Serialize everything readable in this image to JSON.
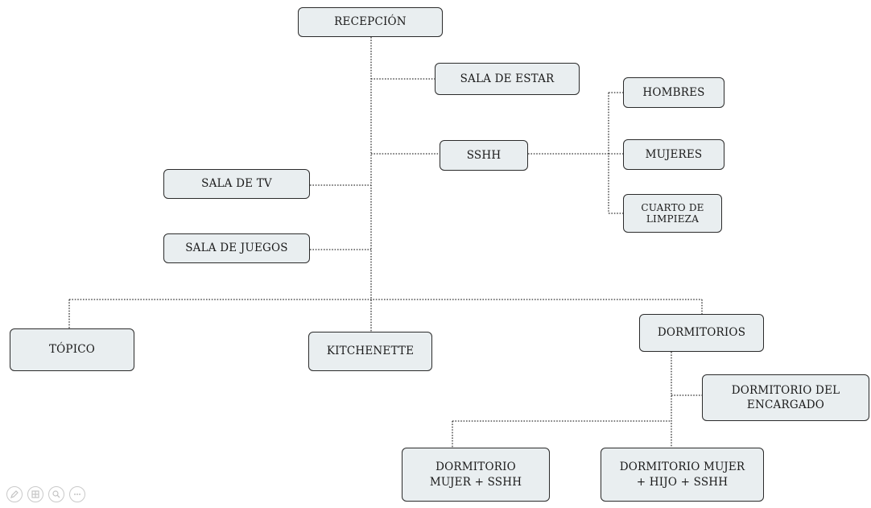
{
  "nodes": {
    "recepcion": "RECEPCIÓN",
    "sala_estar": "SALA DE ESTAR",
    "sshh": "SSHH",
    "hombres": "HOMBRES",
    "mujeres": "MUJERES",
    "cuarto_limpieza": "CUARTO DE\nLIMPIEZA",
    "sala_tv": "SALA DE TV",
    "sala_juegos": "SALA DE JUEGOS",
    "topico": "TÓPICO",
    "kitchenette": "KITCHENETTE",
    "dormitorios": "DORMITORIOS",
    "dormitorio_encargado": "DORMITORIO DEL\nENCARGADO",
    "dormitorio_mujer_sshh": "DORMITORIO\nMUJER + SSHH",
    "dormitorio_mujer_hijo": "DORMITORIO MUJER\n+ HIJO + SSHH"
  },
  "toolbar": {
    "pen_icon": "pen-icon",
    "slides_icon": "slides-icon",
    "zoom_icon": "zoom-icon",
    "more_icon": "more-icon"
  }
}
